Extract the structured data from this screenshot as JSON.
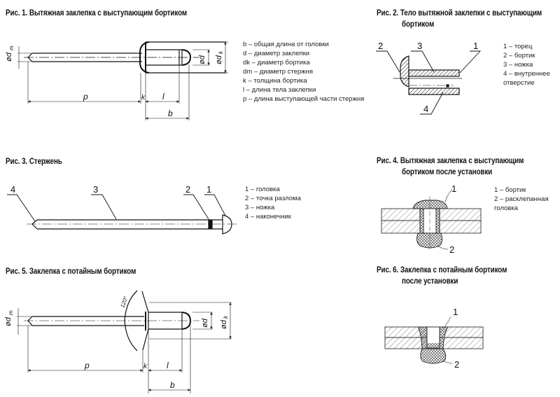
{
  "figures": [
    {
      "title": "Рис. 1. Вытяжная заклепка с выступающим бортиком",
      "legend": [
        "b – общая длина от головки",
        "d – диаметр заклепки",
        "dk – диаметр бортика",
        "dm – диаметр стержня",
        "k – толщина бортика",
        "l – длина тела заклепки",
        "p – длина выступающей части стержня"
      ],
      "dims": {
        "dm": "ød",
        "dm_sub": "m",
        "d": "ød",
        "dk": "ød",
        "dk_sub": "k",
        "p": "p",
        "k": "k",
        "l": "l",
        "b": "b"
      }
    },
    {
      "title_line1": "Рис. 2. Тело вытяжной заклепки с выступающим",
      "title_line2": "бортиком",
      "legend": [
        "1 – торец",
        "2 – бортик",
        "3 – ножка",
        "4 – внутреннее",
        "отверстие"
      ],
      "callouts": [
        "1",
        "2",
        "3",
        "4"
      ]
    },
    {
      "title": "Рис. 3. Стержень",
      "legend": [
        "1 – головка",
        "2 – точка разлома",
        "3 – ножка",
        "4 – наконечник"
      ],
      "callouts": [
        "1",
        "2",
        "3",
        "4"
      ]
    },
    {
      "title_line1": "Рис. 4. Вытяжная заклепка с выступающим",
      "title_line2": "бортиком после установки",
      "legend": [
        "1 – бортик",
        "2 – расклепанная",
        "головка"
      ],
      "callouts": [
        "1",
        "2"
      ]
    },
    {
      "title": "Рис. 5. Заклепка с потайным бортиком",
      "angle": "120°",
      "dims": {
        "dm": "ød",
        "dm_sub": "m",
        "d": "ød",
        "dk": "ød",
        "dk_sub": "k",
        "p": "p",
        "k": "k",
        "l": "l",
        "b": "b"
      }
    },
    {
      "title_line1": "Рис. 6. Заклепка с потайным бортиком",
      "title_line2": "после установки",
      "callouts": [
        "1",
        "2"
      ]
    }
  ],
  "colors": {
    "line": "#111111",
    "hatch": "#555555",
    "plate": "#f2f2f2"
  }
}
